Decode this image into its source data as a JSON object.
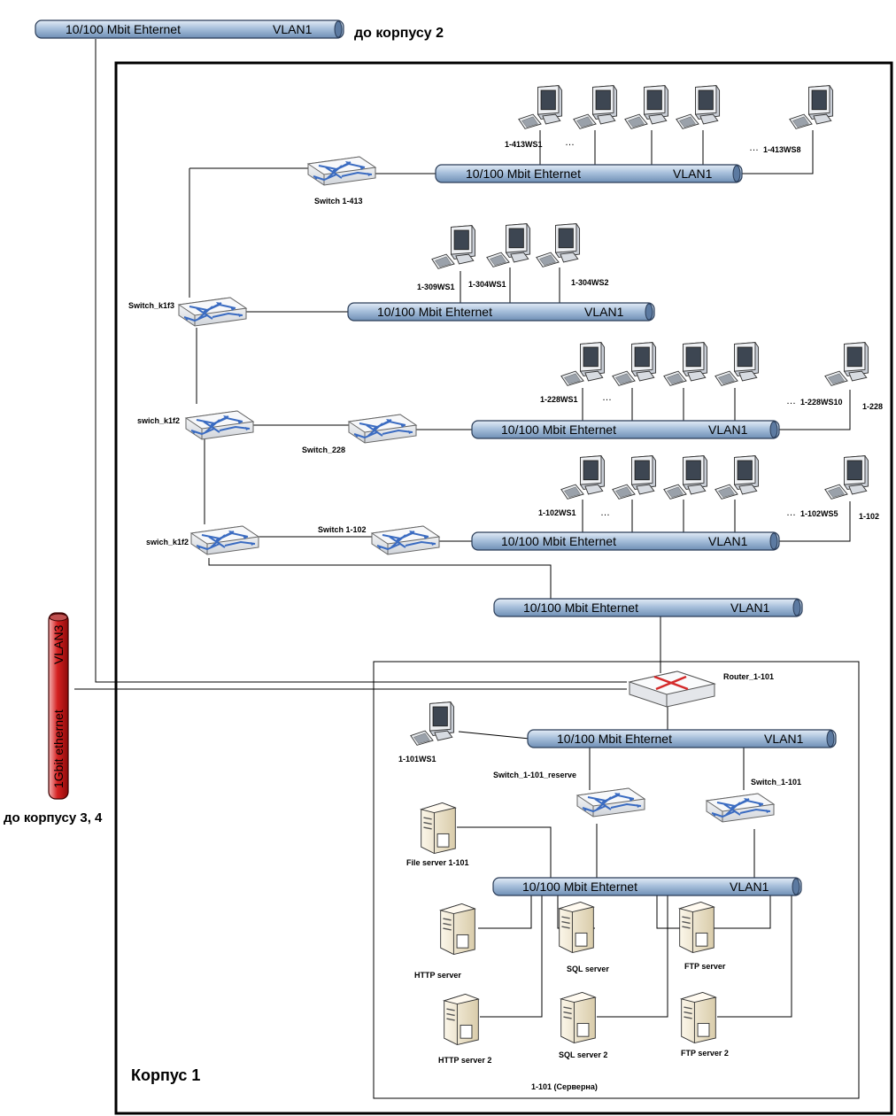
{
  "bus": {
    "speed": "10/100 Mbit Ehternet",
    "vlan": "VLAN1"
  },
  "backbone": {
    "speed": "1Gbit  ethernet",
    "vlan": "VLAN3"
  },
  "labels": {
    "to_building2": "до корпусу 2",
    "to_building34": "до корпусу 3, 4",
    "building1": "Корпус 1",
    "server_room": "1-101 (Серверна)",
    "dots": "…"
  },
  "switches": {
    "s1413": "Switch 1-413",
    "k1f3": "Switch_k1f3",
    "k1f2a": "swich_k1f2",
    "s228": "Switch_228",
    "k1f2b": "swich_k1f2",
    "s1102": "Switch 1-102",
    "reserve": "Switch_1-101_reserve",
    "s1101": "Switch_1-101",
    "router": "Router_1-101"
  },
  "workstations": {
    "ws413_1": "1-413WS1",
    "ws413_8": "1-413WS8",
    "ws309_1": "1-309WS1",
    "ws304_1": "1-304WS1",
    "ws304_2": "1-304WS2",
    "ws228_1": "1-228WS1",
    "ws228_10": "1-228WS10",
    "room228": "1-228",
    "ws102_1": "1-102WS1",
    "ws102_5": "1-102WS5",
    "room102": "1-102",
    "ws101_1": "1-101WS1"
  },
  "servers": {
    "file": "File server 1-101",
    "http1": "HTTP server",
    "sql1": "SQL server",
    "ftp1": "FTP server",
    "http2": "HTTP server 2",
    "sql2": "SQL server 2",
    "ftp2": "FTP server 2"
  }
}
